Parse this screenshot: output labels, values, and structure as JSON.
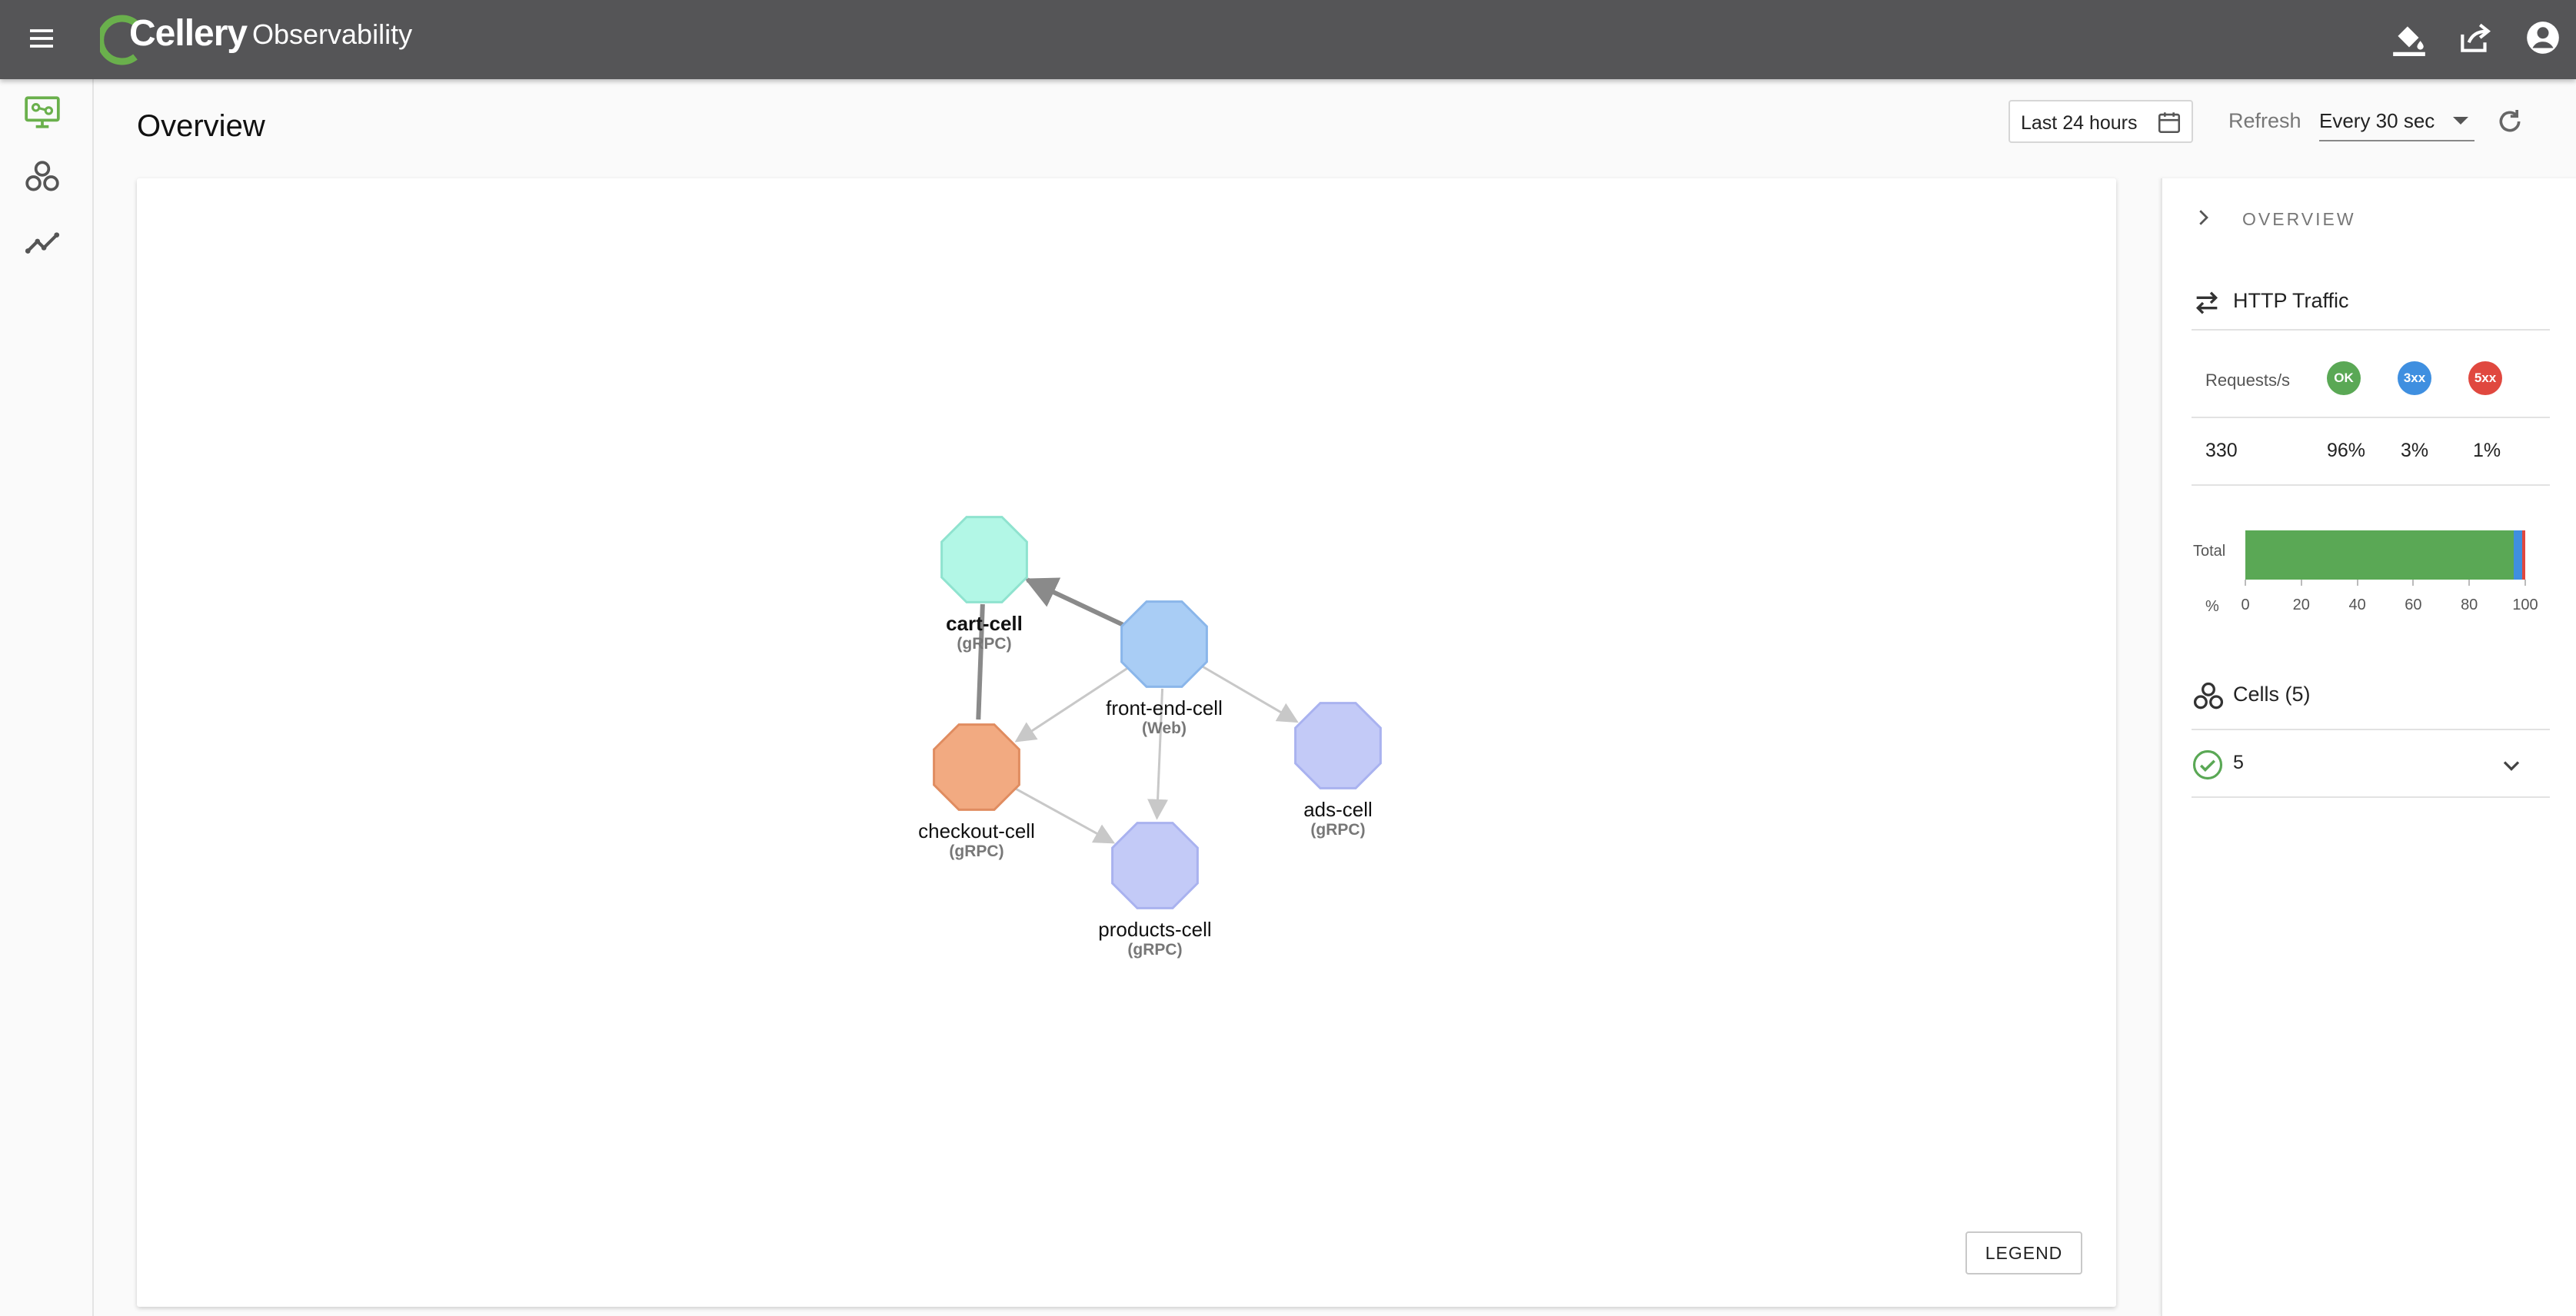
{
  "app": {
    "brand": "Cellery",
    "title": "Observability"
  },
  "header": {
    "page_title": "Overview",
    "date_range": "Last 24 hours",
    "refresh_label": "Refresh",
    "refresh_interval": "Every 30 sec"
  },
  "icons": {
    "menu": "menu-icon",
    "theme": "paint-bucket-icon",
    "share": "share-icon",
    "account": "account-circle-icon",
    "calendar": "calendar-icon",
    "reload": "refresh-icon",
    "rail": [
      "overview-icon",
      "cells-icon",
      "metrics-icon"
    ]
  },
  "graph": {
    "nodes": [
      {
        "id": "cart-cell",
        "label": "cart-cell",
        "protocol": "(gRPC)",
        "color": "#b2f7e6",
        "stroke": "#8fe3cf",
        "bold": true
      },
      {
        "id": "front-end-cell",
        "label": "front-end-cell",
        "protocol": "(Web)",
        "color": "#a9cdf5",
        "stroke": "#8ab6ea",
        "bold": false
      },
      {
        "id": "ads-cell",
        "label": "ads-cell",
        "protocol": "(gRPC)",
        "color": "#c3caf7",
        "stroke": "#a9b2ef",
        "bold": false
      },
      {
        "id": "checkout-cell",
        "label": "checkout-cell",
        "protocol": "(gRPC)",
        "color": "#f2aa81",
        "stroke": "#e08c60",
        "bold": false
      },
      {
        "id": "products-cell",
        "label": "products-cell",
        "protocol": "(gRPC)",
        "color": "#c3caf7",
        "stroke": "#a9b2ef",
        "bold": false
      }
    ],
    "edges": [
      {
        "from": "front-end-cell",
        "to": "cart-cell",
        "highlight": true
      },
      {
        "from": "cart-cell",
        "to": "checkout-cell",
        "highlight": true
      },
      {
        "from": "front-end-cell",
        "to": "checkout-cell",
        "highlight": false
      },
      {
        "from": "front-end-cell",
        "to": "ads-cell",
        "highlight": false
      },
      {
        "from": "front-end-cell",
        "to": "products-cell",
        "highlight": false
      },
      {
        "from": "checkout-cell",
        "to": "products-cell",
        "highlight": false
      }
    ],
    "legend_button": "LEGEND"
  },
  "side_panel": {
    "section_label": "OVERVIEW",
    "http_traffic": {
      "title": "HTTP Traffic",
      "requests_label": "Requests/s",
      "requests_value": "330",
      "ok_label": "OK",
      "ok_pct": "96%",
      "r3xx_label": "3xx",
      "r3xx_pct": "3%",
      "r5xx_label": "5xx",
      "r5xx_pct": "1%",
      "colors": {
        "ok": "#5aa855",
        "r3xx": "#3f8fe0",
        "r5xx": "#e0483f"
      }
    },
    "bar": {
      "total_label": "Total",
      "pct_label": "%",
      "ok_value": 96,
      "r3xx_value": 3,
      "r5xx_value": 1,
      "ticks": [
        "0",
        "20",
        "40",
        "60",
        "80",
        "100"
      ]
    },
    "cells": {
      "title": "Cells (5)",
      "healthy_count": "5"
    }
  },
  "accent": "#6ab04c"
}
